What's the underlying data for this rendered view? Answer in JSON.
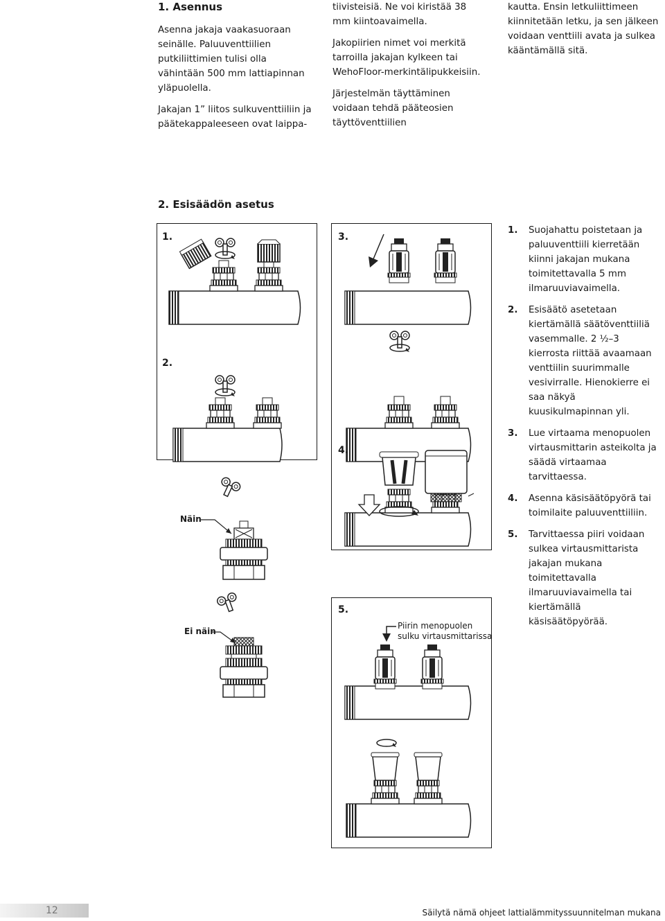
{
  "section1": {
    "title": "1. Asennus",
    "col1": [
      "Asenna jakaja vaakasuoraan seinälle. Paluuventtiilien putkiliittimien tulisi olla vähintään 500 mm lattiapinnan yläpuolella.",
      "Jakajan 1” liitos sulkuventtiiliin ja päätekappaleeseen ovat laippa-"
    ],
    "col2": [
      "tiivisteisiä. Ne voi kiristää 38 mm kiintoavaimella.",
      "Jakopiirien nimet voi merkitä tarroilla jakajan kylkeen tai WehoFloor-merkintälipukkeisiin.",
      "Järjestelmän täyttäminen voidaan tehdä pääteosien täyttöventtiilien"
    ],
    "col3": [
      "kautta. Ensin letkuliittimeen kiinnitetään letku, ja sen jälkeen voidaan venttiili avata ja sulkea kääntämällä sitä."
    ]
  },
  "section2": {
    "title": "2. Esisäädön asetus",
    "figures": {
      "f1": "1.",
      "f2": "2.",
      "f3": "3.",
      "f4": "4.",
      "f5": "5."
    },
    "labels": {
      "nain": "Näin",
      "ei_nain": "Ei näin",
      "callout5": "Piirin menopuolen sulku virtausmittarissa"
    },
    "steps": [
      {
        "n": "1.",
        "text": "Suojahattu poistetaan ja paluuventtiili kierretään kiinni jakajan mukana toimitettavalla 5 mm ilmaruuviavaimella."
      },
      {
        "n": "2.",
        "text": "Esisäätö asetetaan kiertämällä säätöventtiiliä vasemmalle. 2 ½–3 kierrosta riittää avaamaan venttiilin suurimmalle vesivirralle. Hienokierre ei saa näkyä kuusikulmapinnan yli."
      },
      {
        "n": "3.",
        "text": "Lue virtaama menopuolen virtausmittarin asteikolta ja säädä virtaamaa tarvittaessa."
      },
      {
        "n": "4.",
        "text": "Asenna käsisäätöpyörä tai toimilaite paluuventtiiliin."
      },
      {
        "n": "5.",
        "text": "Tarvittaessa piiri voidaan sulkea virtausmittarista jakajan mukana toimitettavalla ilmaruuviavaimella tai kiertämällä käsisäätöpyörää."
      }
    ]
  },
  "footer": {
    "page_number": "12",
    "text": "Säilytä nämä ohjeet lattialämmityssuunnitelman mukana"
  }
}
